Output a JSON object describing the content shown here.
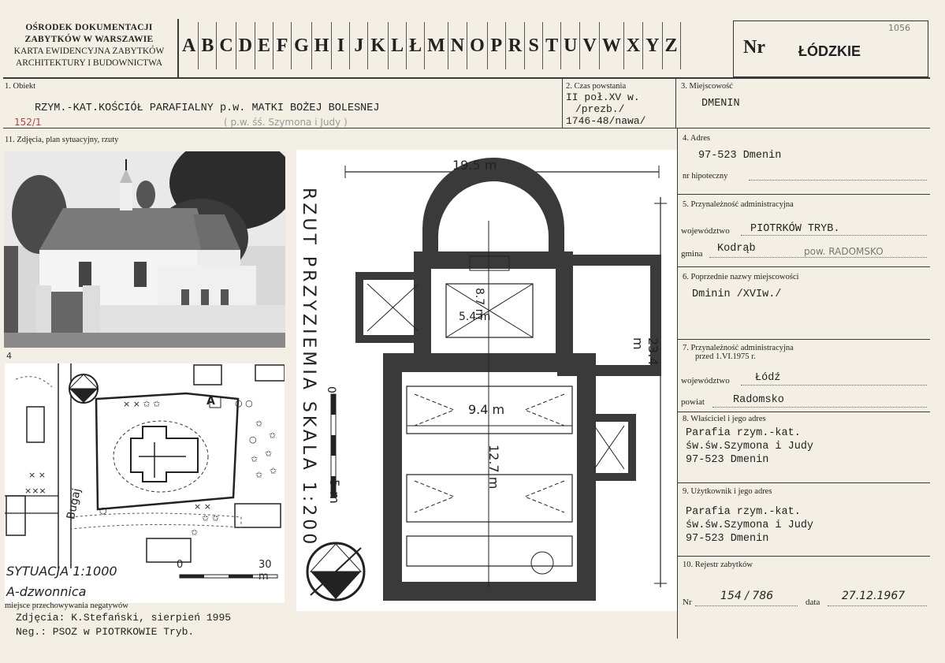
{
  "header": {
    "org_line1": "OŚRODEK DOKUMENTACJI",
    "org_line2": "ZABYTKÓW W WARSZAWIE",
    "org_line3": "KARTA EWIDENCYJNA ZABYTKÓW",
    "org_line4": "ARCHITEKTURY I BUDOWNICTWA",
    "letters": [
      "A",
      "B",
      "C",
      "D",
      "E",
      "F",
      "G",
      "H",
      "I",
      "J",
      "K",
      "L",
      "Ł",
      "M",
      "N",
      "O",
      "P",
      "R",
      "S",
      "T",
      "U",
      "V",
      "W",
      "X",
      "Y",
      "Z"
    ],
    "nr_label": "Nr",
    "nr_value": "ŁÓDZKIE",
    "stamp": "1056"
  },
  "obiekt": {
    "label": "1. Obiekt",
    "value": "RZYM.-KAT.KOŚCIÓŁ PARAFIALNY p.w. MATKI BOŻEJ BOLESNEJ",
    "hand_code": "152/1",
    "hand_note": "( p.w. śś. Szymona i Judy )"
  },
  "czas": {
    "label": "2. Czas powstania",
    "line1": "II poł.XV w.",
    "line2": "/prezb./",
    "line3": "1746-48/nawa/"
  },
  "miejscowosc": {
    "label": "3. Miejscowość",
    "value": "DMENIN"
  },
  "zdjecia_label": "11. Zdjęcia, plan sytuacyjny, rzuty",
  "adres": {
    "label": "4. Adres",
    "value": "97-523 Dmenin",
    "hipo_label": "nr hipoteczny"
  },
  "przyn": {
    "label": "5. Przynależność administracyjna",
    "woj_label": "województwo",
    "woj_value": "PIOTRKÓW TRYB.",
    "gmina_label": "gmina",
    "gmina_value": "Kodrąb",
    "gmina_hand": "pow. RADOMSKO"
  },
  "poprz": {
    "label": "6. Poprzednie nazwy miejscowości",
    "value": "Dminin /XVIw./"
  },
  "przyn75": {
    "label": "7. Przynależność administracyjna",
    "label2": "przed 1.VI.1975 r.",
    "woj_label": "województwo",
    "woj_value": "Łódź",
    "pow_label": "powiat",
    "pow_value": "Radomsko"
  },
  "wlasciciel": {
    "label": "8. Właściciel i jego adres",
    "l1": "Parafia rzym.-kat.",
    "l2": "św.św.Szymona i Judy",
    "l3": "97-523 Dmenin"
  },
  "uzytkownik": {
    "label": "9. Użytkownik i jego adres",
    "l1": "Parafia rzym.-kat.",
    "l2": "św.św.Szymona i Judy",
    "l3": "97-523 Dmenin"
  },
  "rejestr": {
    "label": "10. Rejestr zabytków",
    "nr_label": "Nr",
    "nr_value": "154 / 786",
    "data_label": "data",
    "data_value": "27.12.1967"
  },
  "photo_num": "4",
  "site": {
    "title": "SYTUACJA 1:1000",
    "legend": "A-dzwonnica",
    "scale0": "0",
    "scale30": "30 m",
    "road": "Bugaj",
    "marker_a": "A"
  },
  "plan": {
    "title": "RZUT PRZYZIEMIA SKALA 1:200",
    "dim_width": "19.5 m",
    "dim_height": "23.4 m",
    "dim_presb_len": "8.7 m",
    "dim_presb_w": "5.4 m",
    "dim_nave_w": "9.4 m",
    "dim_nave_len": "12.7 m",
    "scale0": "0",
    "scale5": "5 m"
  },
  "footer": {
    "neg_label": "miejsce przechowywania negatywów",
    "photo_credit": "Zdjęcia: K.Stefański, sierpień 1995",
    "neg": "Neg.: PSOZ w PIOTRKOWIE Tryb."
  }
}
